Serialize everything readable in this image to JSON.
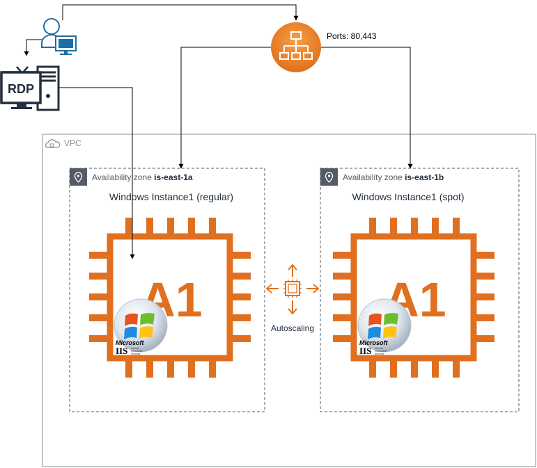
{
  "diagram": {
    "rdp_label": "RDP",
    "load_balancer": {
      "ports_label": "Ports: 80,443"
    },
    "vpc": {
      "label": "VPC"
    },
    "zones": [
      {
        "prefix": "Availability zone ",
        "name": "is-east-1a",
        "instance_title": "Windows Instance1 (regular)",
        "chip_label": "A1"
      },
      {
        "prefix": "Availability zone ",
        "name": "is-east-1b",
        "instance_title": "Windows Instance1 (spot)",
        "chip_label": "A1"
      }
    ],
    "autoscaling_label": "Autoscaling",
    "iis_logo": {
      "brand": "Microsoft",
      "product": "IIS",
      "subtitle": "Internet Information Services"
    }
  },
  "colors": {
    "aws_orange": "#e07020",
    "navy": "#232f3e",
    "user_blue": "#1b6fa6",
    "border_gray": "#879196"
  }
}
